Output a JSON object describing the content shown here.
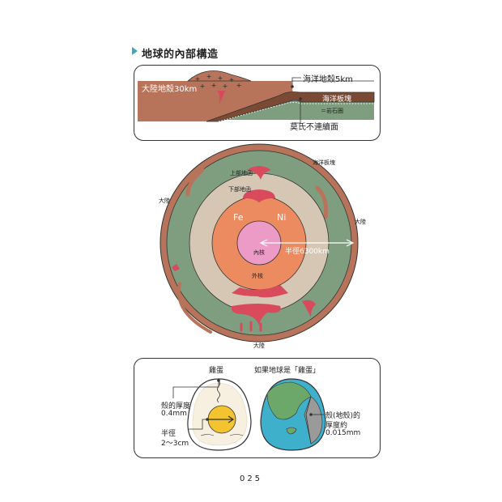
{
  "title": "地球的內部構造",
  "cross_section": {
    "continental_crust": "大陸地殼30km",
    "oceanic_crust": "海洋地殼5km",
    "oceanic_plate": "海洋板塊",
    "lithosphere": "＝岩石圈",
    "moho": "莫氏不連續面"
  },
  "earth": {
    "oceanic_plate": "海洋板塊",
    "upper_mantle": "上部地函",
    "lower_mantle": "下部地函",
    "continent_left": "大陸",
    "continent_right": "大陸",
    "continent_bottom": "大陸",
    "fe": "Fe",
    "ni": "Ni",
    "inner_core": "內核",
    "outer_core": "外核",
    "radius": "半徑6300km"
  },
  "egg_compare": {
    "egg_title": "雞蛋",
    "earth_title": "如果地球是「雞蛋」",
    "shell_thickness_label": "殼的厚度",
    "shell_thickness_value": "0.4mm",
    "radius_label": "半徑",
    "radius_value": "2〜3cm",
    "crust_label_1": "殼(地殼)的",
    "crust_label_2": "厚度約",
    "crust_value": "0.015mm"
  },
  "page_number": "025",
  "colors": {
    "crust_brown": "#b8745a",
    "mantle_green": "#7f9e80",
    "lower_mantle_tan": "#d6c7b4",
    "outer_core_orange": "#ec8a60",
    "inner_core_pink": "#ec9ac6",
    "magma_red": "#d84a5c",
    "ocean_blue": "#3fb0cc",
    "land_green": "#6da86b",
    "accent_teal": "#3fa9b7",
    "yolk_yellow": "#f4c430"
  }
}
